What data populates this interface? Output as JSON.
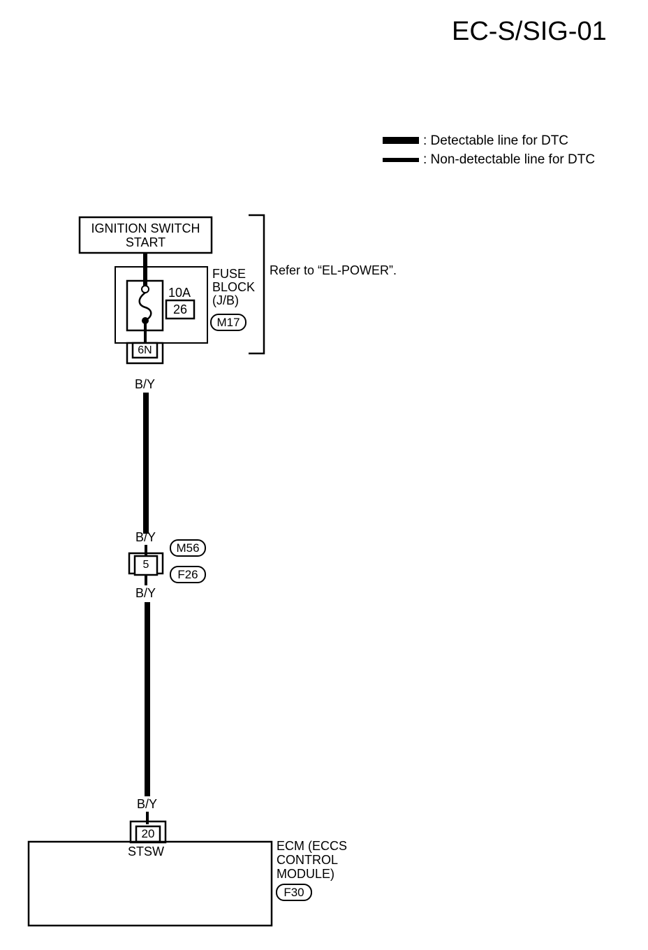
{
  "diagram_id": "EC-S/SIG-01",
  "legend": {
    "detectable": ": Detectable line for DTC",
    "non_detectable": ": Non-detectable line for DTC"
  },
  "ignition_switch": {
    "line1": "IGNITION SWITCH",
    "line2": "START"
  },
  "fuse_block": {
    "name_line1": "FUSE",
    "name_line2": "BLOCK",
    "name_line3": "(J/B)",
    "connector": "M17",
    "fuse_rating": "10A",
    "fuse_number": "26",
    "terminal": "6N"
  },
  "reference_note": "Refer to “EL-POWER”.",
  "wire_color": "B/Y",
  "junction": {
    "pin": "5",
    "connector_top": "M56",
    "connector_bottom": "F26"
  },
  "ecm": {
    "pin": "20",
    "pin_label": "STSW",
    "name_line1": "ECM (ECCS",
    "name_line2": "CONTROL",
    "name_line3": "MODULE)",
    "connector": "F30"
  }
}
